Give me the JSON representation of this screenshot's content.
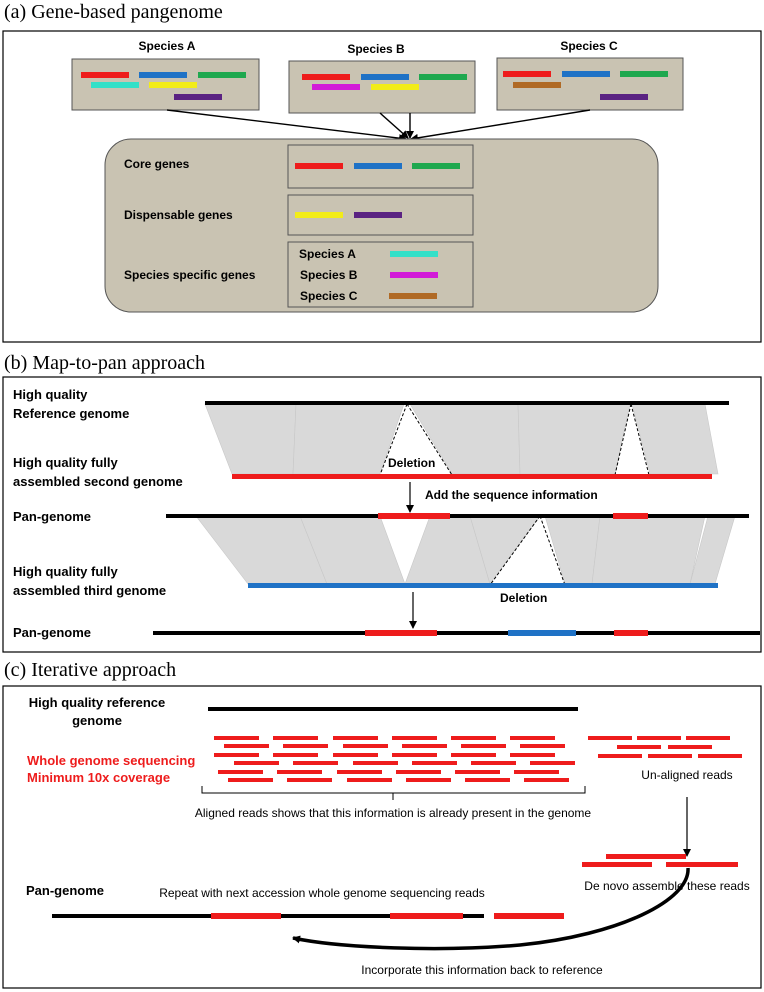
{
  "colors": {
    "red": "#ee1c1c",
    "blue": "#1f72c6",
    "green": "#1fa84f",
    "cyan": "#33e0c8",
    "yellow": "#f2ec19",
    "purple": "#5a2282",
    "magenta": "#d21bd8",
    "brown": "#b06a25",
    "panel": "#c9c3b2",
    "black": "#000000",
    "wedge": "#d9d9d9"
  },
  "section_a": {
    "title": "(a) Gene-based pangenome",
    "species": [
      {
        "name": "Species A"
      },
      {
        "name": "Species B"
      },
      {
        "name": "Species C"
      }
    ],
    "summary": {
      "core_label": "Core genes",
      "dispensable_label": "Dispensable genes",
      "specific_label": "Species specific genes",
      "specific": [
        {
          "name": "Species A"
        },
        {
          "name": "Species B"
        },
        {
          "name": "Species C"
        }
      ]
    }
  },
  "section_b": {
    "title": "(b) Map-to-pan approach",
    "ref_label_1": "High quality",
    "ref_label_2": "Reference genome",
    "second_label_1": "High quality fully",
    "second_label_2": "assembled second genome",
    "deletion_1": "Deletion",
    "add_info": "Add the sequence information",
    "pan_label_1": "Pan-genome",
    "third_label_1": "High quality fully",
    "third_label_2": "assembled third genome",
    "deletion_2": "Deletion",
    "pan_label_2": "Pan-genome"
  },
  "section_c": {
    "title": "(c) Iterative approach",
    "ref_label_1": "High quality reference",
    "ref_label_2": "genome",
    "wgs_1": "Whole genome sequencing",
    "wgs_2": "Minimum 10x coverage",
    "aligned_note": "Aligned reads shows that this information is already present in the genome",
    "unaligned": "Un-aligned reads",
    "denovo": "De novo assemble these reads",
    "pan_label": "Pan-genome",
    "repeat": "Repeat with next accession whole genome sequencing reads",
    "incorporate": "Incorporate this information back to reference"
  }
}
